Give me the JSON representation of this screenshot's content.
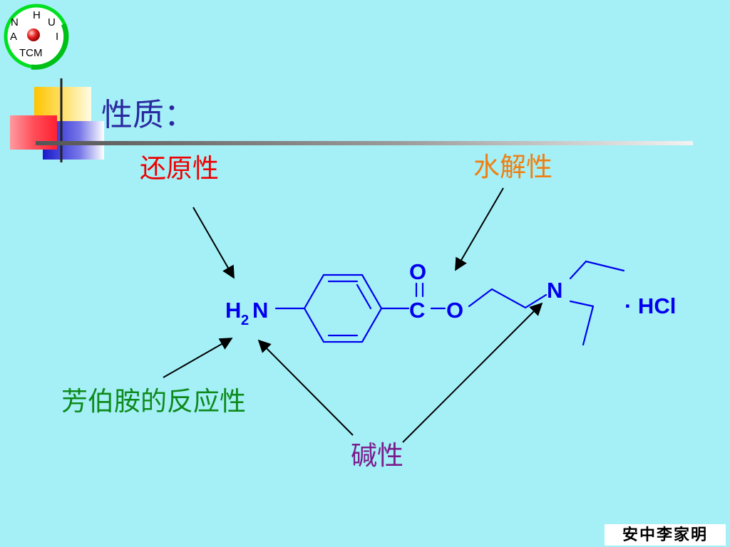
{
  "logo": {
    "letters": {
      "top": "H",
      "left_top": "N",
      "right_top": "U",
      "left_bottom": "A",
      "right_bottom": "I",
      "bottom": "TCM"
    },
    "ring_color": "#00e020",
    "ball_color": "#e62020"
  },
  "title": "性质：",
  "labels": {
    "reduction": "还原性",
    "hydrolysis": "水解性",
    "aromatic_amine": "芳伯胺的反应性",
    "basicity": "碱性"
  },
  "molecule": {
    "amine_h": "H",
    "amine_sub": "2",
    "amine_n": "N",
    "carbonyl_c": "C",
    "carbonyl_o": "O",
    "ester_o": "O",
    "tertiary_n": "N",
    "salt": "· HCl",
    "bond_color": "#0000ee"
  },
  "colors": {
    "background": "#a5f0f7",
    "title": "#2a2aa0",
    "reduction": "#ee0000",
    "hydrolysis": "#f07f10",
    "aromatic_amine": "#0d8a1b",
    "basicity": "#7a1a8c"
  },
  "signature": "安中李家明"
}
